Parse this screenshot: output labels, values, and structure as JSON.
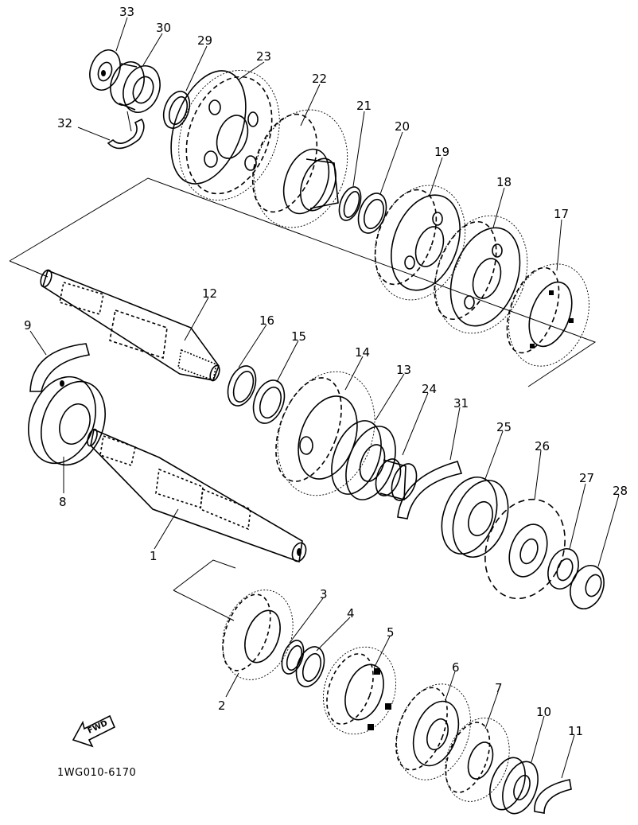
{
  "diagram": {
    "part_code": "1WG010-6170",
    "forward_label": "FWD",
    "callouts": {
      "c1": "1",
      "c2": "2",
      "c3": "3",
      "c4": "4",
      "c5": "5",
      "c6": "6",
      "c7": "7",
      "c8": "8",
      "c9": "9",
      "c10": "10",
      "c11": "11",
      "c12": "12",
      "c13": "13",
      "c14": "14",
      "c15": "15",
      "c16": "16",
      "c17": "17",
      "c18": "18",
      "c19": "19",
      "c20": "20",
      "c21": "21",
      "c22": "22",
      "c23": "23",
      "c24": "24",
      "c25": "25",
      "c26": "26",
      "c27": "27",
      "c28": "28",
      "c29": "29",
      "c30": "30",
      "c31": "31",
      "c32": "32",
      "c33": "33"
    }
  }
}
